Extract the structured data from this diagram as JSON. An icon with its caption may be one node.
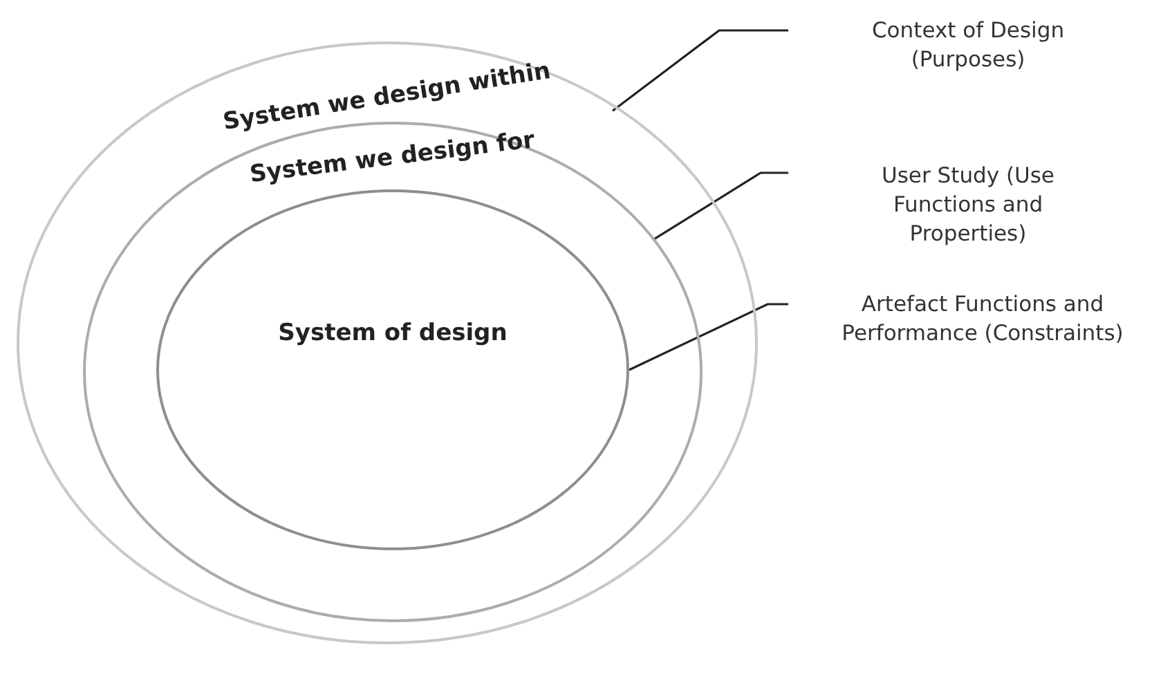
{
  "diagram": {
    "nodes": [
      {
        "text": [
          "System we design within"
        ]
      },
      {
        "text": [
          "System we design for"
        ],
        "in": 0
      },
      {
        "text": [
          "System of design"
        ],
        "in": 1
      },
      {
        "text": [
          "Context of Design (Purposes)"
        ]
      },
      {
        "text": [
          "User Study (Use Functions and Properties)"
        ]
      },
      {
        "text": [
          "Artefact Functions and Performance (Constraints)"
        ]
      }
    ],
    "edges": [
      {
        "from": 3,
        "to": 0,
        "arrow": "none"
      },
      {
        "from": 4,
        "to": 1,
        "arrow": "none"
      },
      {
        "from": 5,
        "to": 2,
        "arrow": "none"
      }
    ]
  }
}
